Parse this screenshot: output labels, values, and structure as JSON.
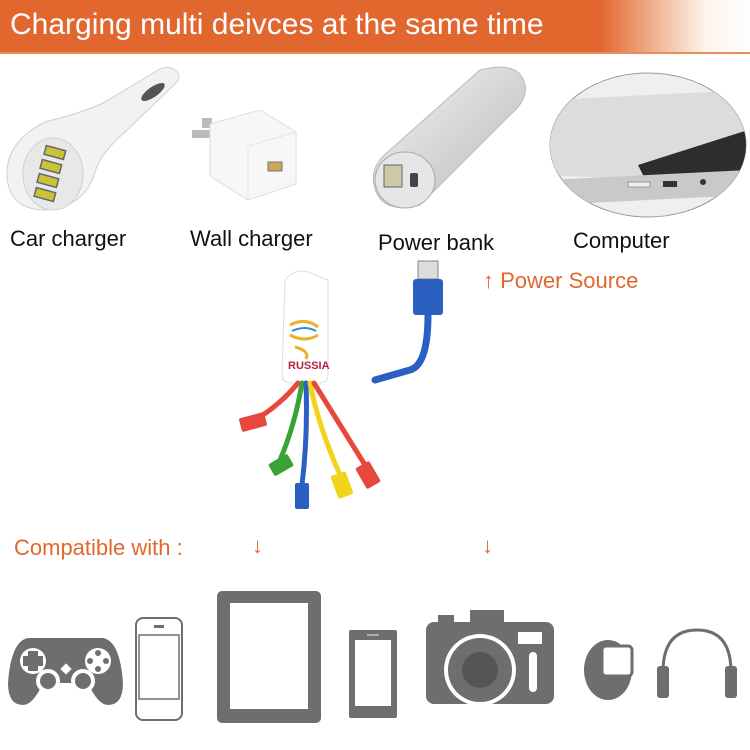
{
  "banner": {
    "title": "Charging multi deivces at the same time",
    "color": "#e2672f"
  },
  "sources": [
    {
      "label": "Car charger",
      "icon": "car-charger-icon"
    },
    {
      "label": "Wall charger",
      "icon": "wall-charger-icon"
    },
    {
      "label": "Power bank",
      "icon": "power-bank-icon"
    },
    {
      "label": "Computer",
      "icon": "laptop-icon"
    }
  ],
  "power_source": {
    "arrow": "↑",
    "label": "Power Source"
  },
  "product": {
    "logo_text": "RUSSIA",
    "cable_colors": [
      "#e8473b",
      "#3aa335",
      "#2b5fc2",
      "#f2d51b",
      "#e8473b"
    ],
    "usb_color": "#2b5fc2"
  },
  "compatible": {
    "label": "Compatible with :",
    "arrow": "↓"
  },
  "devices": [
    {
      "name": "Game controller",
      "icon": "gamepad-icon"
    },
    {
      "name": "Smartphone",
      "icon": "iphone-icon"
    },
    {
      "name": "Tablet",
      "icon": "tablet-icon"
    },
    {
      "name": "Android phone",
      "icon": "android-phone-icon"
    },
    {
      "name": "Camera",
      "icon": "camera-icon"
    },
    {
      "name": "Smartwatch",
      "icon": "smartwatch-icon"
    },
    {
      "name": "Headphones",
      "icon": "headphones-icon"
    }
  ]
}
